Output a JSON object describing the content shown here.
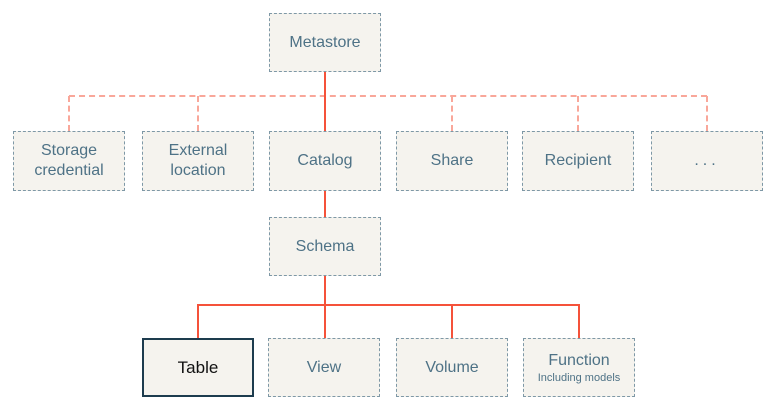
{
  "colors": {
    "box_fill": "#f5f3ee",
    "box_border": "#7e98a6",
    "box_text": "#4e7286",
    "highlight_border": "#1d3c4e",
    "highlight_text": "#111111",
    "connector_solid": "#f5523a",
    "connector_dashed": "#f9a79a"
  },
  "nodes": {
    "metastore": {
      "label": "Metastore"
    },
    "storage_credential": {
      "label": "Storage credential"
    },
    "external_location": {
      "label": "External location"
    },
    "catalog": {
      "label": "Catalog"
    },
    "share": {
      "label": "Share"
    },
    "recipient": {
      "label": "Recipient"
    },
    "ellipsis": {
      "label": "..."
    },
    "schema": {
      "label": "Schema"
    },
    "table": {
      "label": "Table"
    },
    "view": {
      "label": "View"
    },
    "volume": {
      "label": "Volume"
    },
    "function": {
      "label": "Function",
      "sublabel": "Including models"
    }
  }
}
